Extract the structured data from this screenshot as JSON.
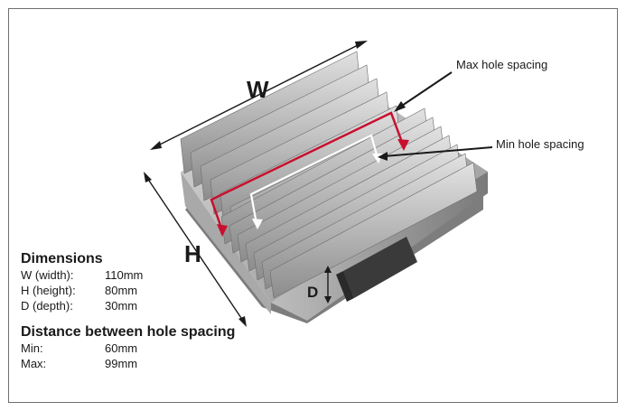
{
  "labels": {
    "width_letter": "W",
    "height_letter": "H",
    "depth_letter": "D",
    "max_hole": "Max hole spacing",
    "min_hole": "Min hole spacing"
  },
  "dimensions": {
    "title": "Dimensions",
    "rows": [
      {
        "label": "W (width):",
        "value": "110mm"
      },
      {
        "label": "H (height):",
        "value": "80mm"
      },
      {
        "label": "D (depth):",
        "value": "30mm"
      }
    ]
  },
  "hole_spacing": {
    "title": "Distance between hole spacing",
    "rows": [
      {
        "label": "Min:",
        "value": "60mm"
      },
      {
        "label": "Max:",
        "value": "99mm"
      }
    ]
  },
  "colors": {
    "max_path": "#c8102e",
    "min_path": "#ffffff",
    "arrow": "#1a1a1a",
    "metal_light": "#c9c9c9",
    "metal_mid": "#9d9d9d",
    "metal_dark": "#5f5f5f"
  }
}
